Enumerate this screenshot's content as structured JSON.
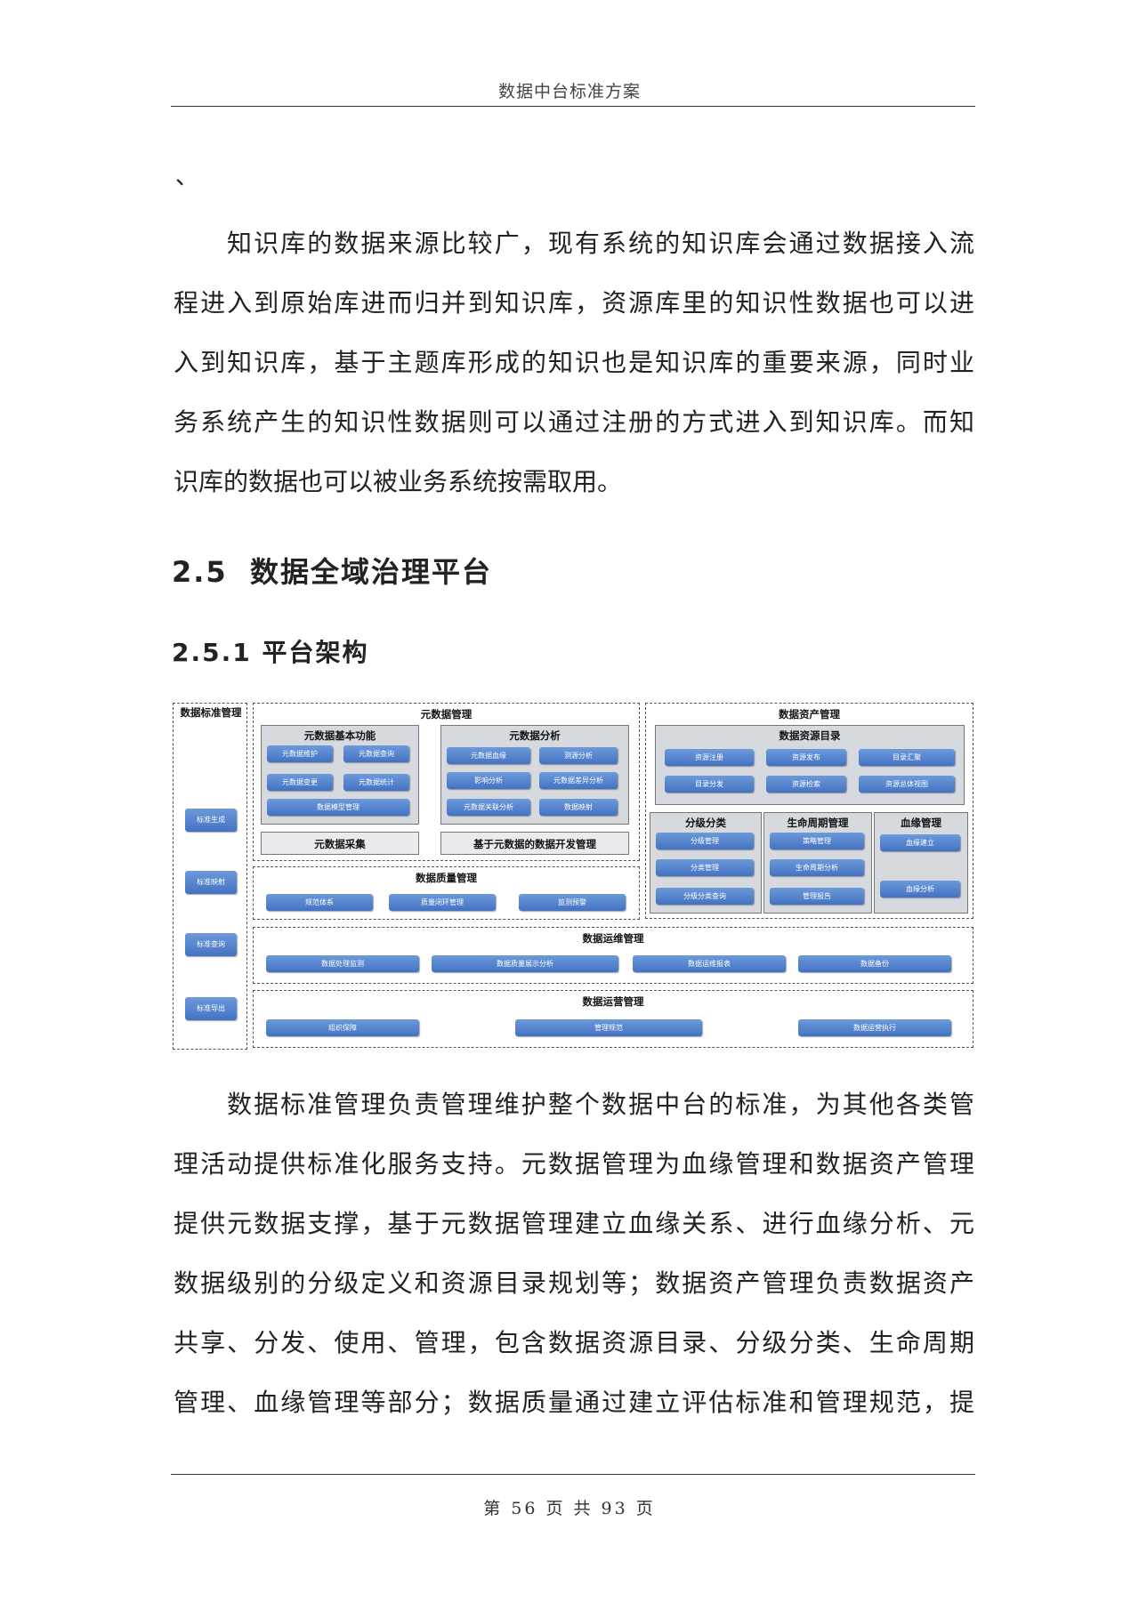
{
  "header": {
    "title": "数据中台标准方案"
  },
  "stray_mark": "、",
  "para1": {
    "lines": [
      "知识库的数据来源比较广，现有系统的知识库会通过数据接入流",
      "程进入到原始库进而归并到知识库，资源库里的知识性数据也可以进",
      "入到知识库，基于主题库形成的知识也是知识库的重要来源，同时业",
      "务系统产生的知识性数据则可以通过注册的方式进入到知识库。而知",
      "识库的数据也可以被业务系统按需取用。"
    ]
  },
  "section": {
    "number": "2.5",
    "title": "数据全域治理平台"
  },
  "subsection": {
    "title": "2.5.1 平台架构"
  },
  "diagram": {
    "std": {
      "title": "数据标准管理",
      "items": [
        "标准生成",
        "标准映射",
        "标准查询",
        "标准导出"
      ]
    },
    "meta": {
      "title": "元数据管理",
      "basic": {
        "title": "元数据基本功能",
        "items": [
          "元数据维护",
          "元数据查询",
          "元数据变更",
          "元数据统计",
          "数据模型管理"
        ]
      },
      "analysis": {
        "title": "元数据分析",
        "items": [
          "元数据血缘",
          "测源分析",
          "影响分析",
          "元数据差异分析",
          "元数据关联分析",
          "数据映射"
        ]
      },
      "collect": "元数据采集",
      "dev": "基于元数据的数据开发管理"
    },
    "asset": {
      "title": "数据资产管理",
      "catalog": {
        "title": "数据资源目录",
        "items": [
          "资源注册",
          "资源发布",
          "目录汇聚",
          "目录分发",
          "资源检索",
          "资源总体视图"
        ]
      },
      "level": {
        "title": "分级分类",
        "items": [
          "分级管理",
          "分类管理",
          "分级分类查询"
        ]
      },
      "life": {
        "title": "生命周期管理",
        "items": [
          "策略管理",
          "生命周期分析",
          "管理报告"
        ]
      },
      "lineage": {
        "title": "血缘管理",
        "items": [
          "血缘建立",
          "血缘分析"
        ]
      }
    },
    "quality": {
      "title": "数据质量管理",
      "items": [
        "规范体系",
        "质量闭环管理",
        "监测预警"
      ]
    },
    "ops": {
      "title": "数据运维管理",
      "items": [
        "数据处理监测",
        "数据质量展示分析",
        "数据运维报表",
        "数据备份"
      ]
    },
    "run": {
      "title": "数据运营管理",
      "items": [
        "组织保障",
        "管理规范",
        "数据运营执行"
      ]
    }
  },
  "para2": {
    "lines": [
      "数据标准管理负责管理维护整个数据中台的标准，为其他各类管",
      "理活动提供标准化服务支持。元数据管理为血缘管理和数据资产管理",
      "提供元数据支撑，基于元数据管理建立血缘关系、进行血缘分析、元",
      "数据级别的分级定义和资源目录规划等；数据资产管理负责数据资产",
      "共享、分发、使用、管理，包含数据资源目录、分级分类、生命周期",
      "管理、血缘管理等部分；数据质量通过建立评估标准和管理规范，提"
    ]
  },
  "footer": {
    "text": "第 56 页 共 93 页"
  }
}
